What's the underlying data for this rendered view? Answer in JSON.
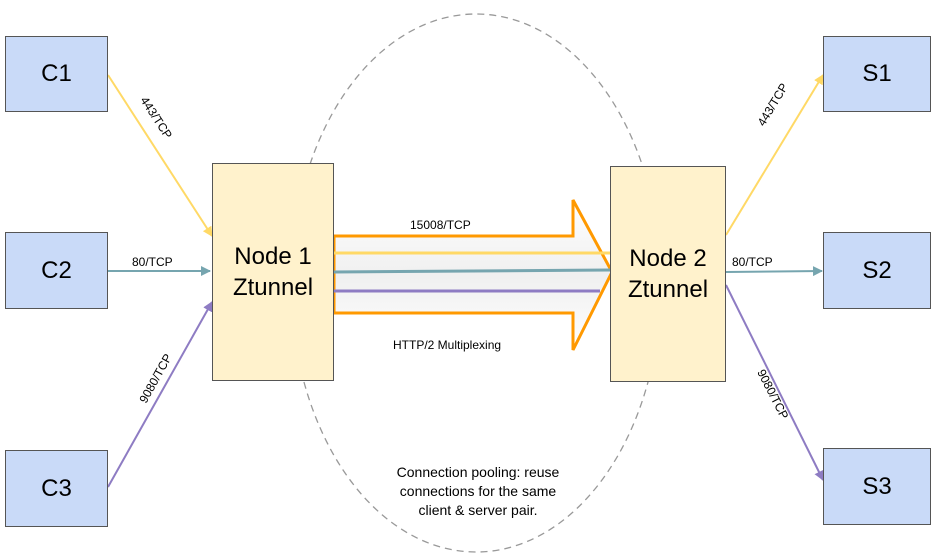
{
  "colors": {
    "box_fill": "#c9daf8",
    "node_fill": "#fff2cc",
    "port_443": "#ffd966",
    "port_80": "#76a5af",
    "port_9080": "#8e7cc3",
    "tunnel": "#ff9900"
  },
  "clients": [
    {
      "label": "C1"
    },
    {
      "label": "C2"
    },
    {
      "label": "C3"
    }
  ],
  "servers": [
    {
      "label": "S1"
    },
    {
      "label": "S2"
    },
    {
      "label": "S3"
    }
  ],
  "nodes": [
    {
      "label": "Node 1\nZtunnel"
    },
    {
      "label": "Node 2\nZtunnel"
    }
  ],
  "edges": {
    "c1": "443/TCP",
    "c2": "80/TCP",
    "c3": "9080/TCP",
    "s1": "443/TCP",
    "s2": "80/TCP",
    "s3": "9080/TCP"
  },
  "tunnel": {
    "port_label": "15008/TCP",
    "caption": "HTTP/2 Multiplexing"
  },
  "pool_note": "Connection pooling: reuse\nconnections for the same\nclient & server pair."
}
